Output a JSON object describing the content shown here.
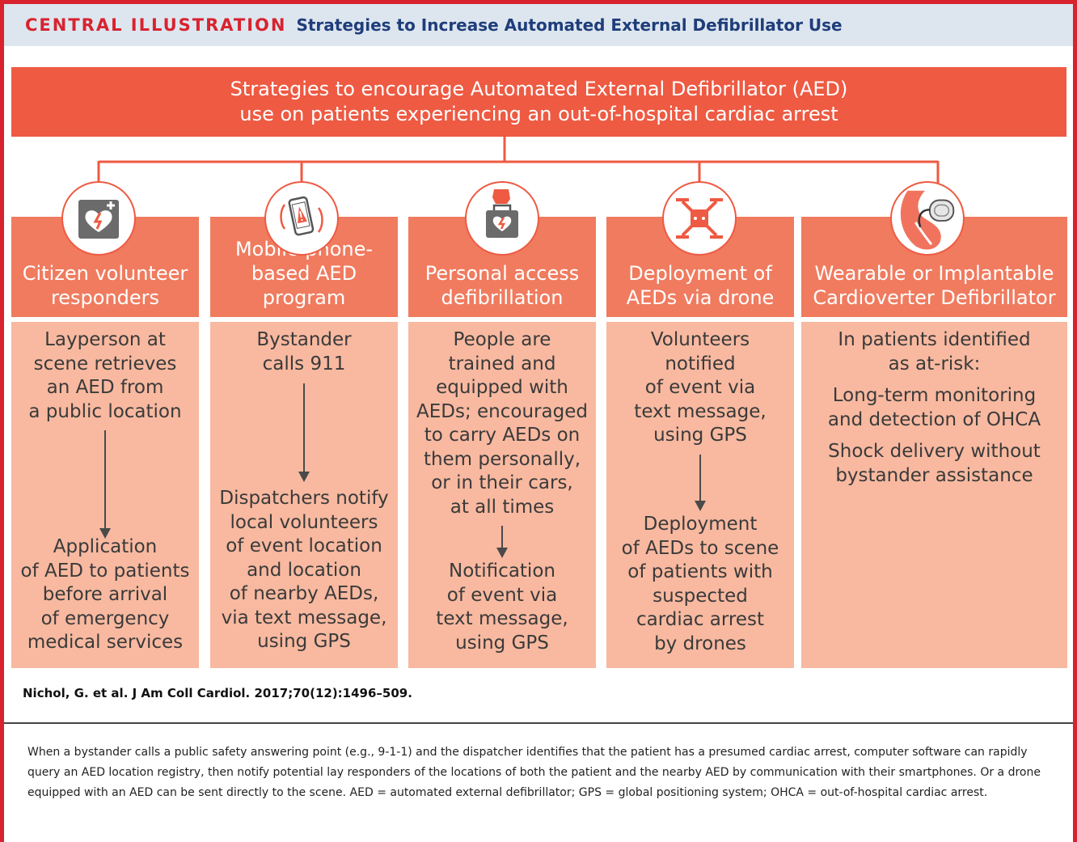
{
  "header": {
    "label": "CENTRAL ILLUSTRATION",
    "title": "Strategies to Increase Automated External Defibrillator Use"
  },
  "banner": {
    "line1": "Strategies to encourage Automated External Defibrillator (AED)",
    "line2": "use on patients experiencing an out-of-hospital cardiac arrest"
  },
  "colors": {
    "frame": "#d8232f",
    "banner": "#ee5a42",
    "column_head": "#f07b5f",
    "column_body": "#f8b9a0",
    "header_bg": "#dde6ef",
    "header_title": "#1f3d7a"
  },
  "strategies": [
    {
      "icon": "aed-heart-icon",
      "title": [
        "Citizen volunteer",
        "responders"
      ],
      "top": [
        "Layperson at",
        "scene retrieves",
        "an AED from",
        "a public location"
      ],
      "bottom": [
        "Application",
        "of AED to patients",
        "before arrival",
        "of emergency",
        "medical services"
      ]
    },
    {
      "icon": "mobile-phone-icon",
      "title": [
        "Mobile phone-",
        "based AED program"
      ],
      "top": [
        "Bystander",
        "calls 911"
      ],
      "bottom": [
        "Dispatchers notify",
        "local volunteers",
        "of event location",
        "and location",
        "of nearby AEDs,",
        "via text message,",
        "using GPS"
      ]
    },
    {
      "icon": "hand-carrying-aed-icon",
      "title": [
        "Personal access",
        "defibrillation"
      ],
      "top": [
        "People are",
        "trained and",
        "equipped with",
        "AEDs; encouraged",
        "to carry AEDs on",
        "them personally,",
        "or in their cars,",
        "at all times"
      ],
      "bottom": [
        "Notification",
        "of event via",
        "text message,",
        "using GPS"
      ]
    },
    {
      "icon": "drone-icon",
      "title": [
        "Deployment of",
        "AEDs via drone"
      ],
      "top": [
        "Volunteers",
        "notified",
        "of event via",
        "text message,",
        "using GPS"
      ],
      "bottom": [
        "Deployment",
        "of AEDs to scene",
        "of patients with",
        "suspected",
        "cardiac arrest",
        "by drones"
      ]
    },
    {
      "icon": "implantable-defibrillator-icon",
      "title": [
        "Wearable or Implantable",
        "Cardioverter Defibrillator"
      ],
      "top": [
        "In patients identified",
        "as at-risk:"
      ],
      "middle": [
        "Long-term monitoring",
        "and detection of OHCA"
      ],
      "bottom": [
        "Shock delivery without",
        "bystander assistance"
      ]
    }
  ],
  "citation": "Nichol, G. et al. J Am Coll Cardiol. 2017;70(12):1496–509.",
  "caption": "When a bystander calls a public safety answering point (e.g., 9-1-1) and the dispatcher identifies that the patient has a presumed cardiac arrest, computer software can rapidly query an AED location registry, then notify potential lay responders of the locations of both the patient and the nearby AED by communication with their smartphones. Or a drone equipped with an AED can be sent directly to the scene. AED = automated external defibrillator; GPS = global positioning system; OHCA = out-of-hospital cardiac arrest."
}
